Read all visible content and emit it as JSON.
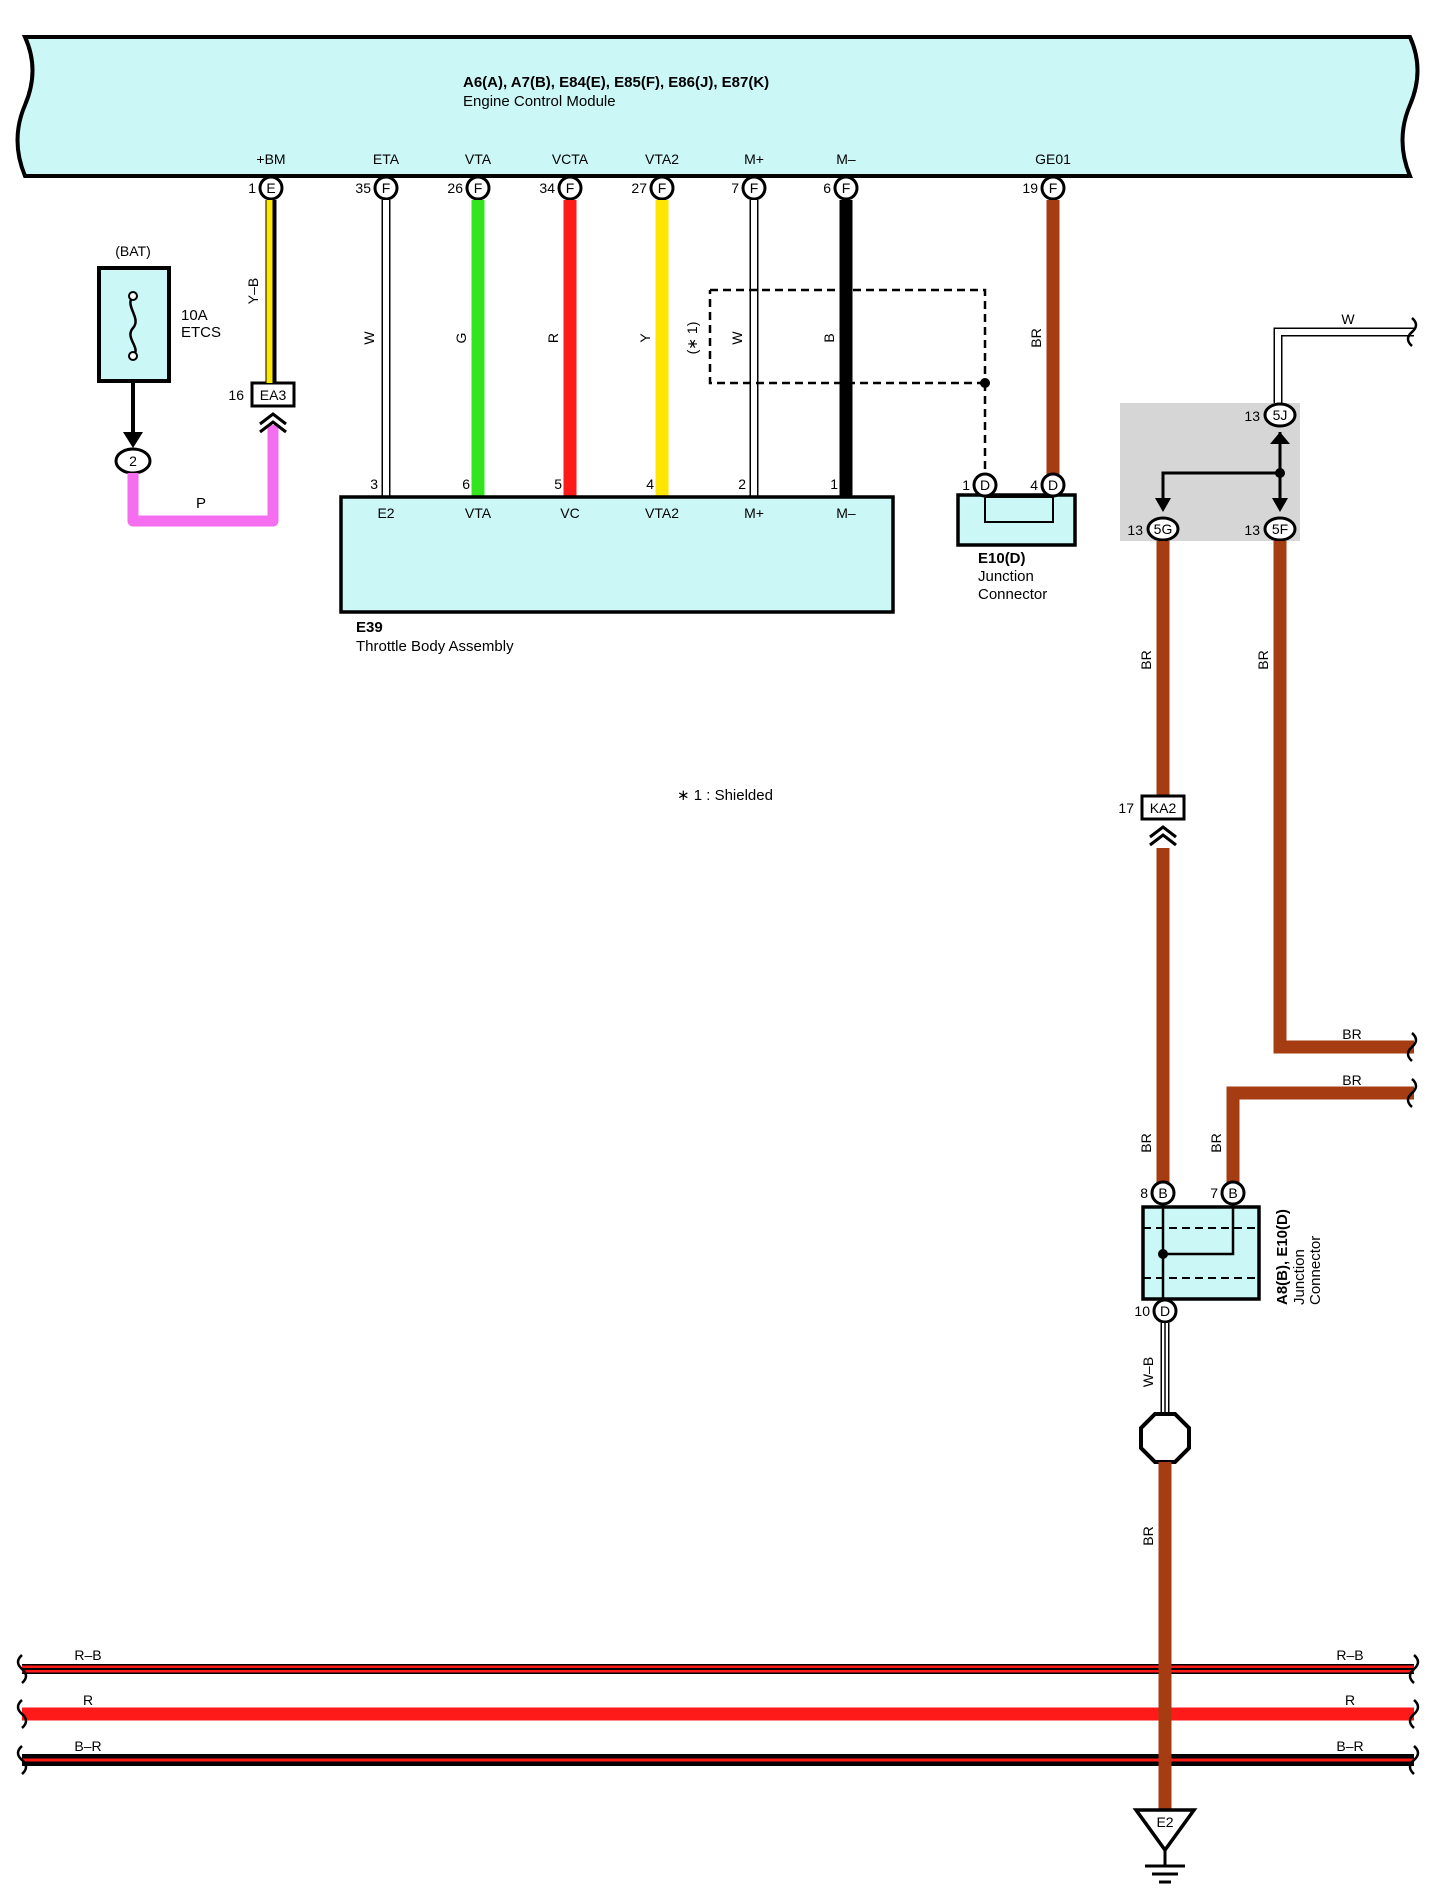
{
  "ecm": {
    "title": "A6(A), A7(B), E84(E), E85(F), E86(J), E87(K)",
    "subtitle": "Engine Control Module",
    "pins": [
      {
        "name": "+BM",
        "num": "1",
        "conn": "E"
      },
      {
        "name": "ETA",
        "num": "35",
        "conn": "F"
      },
      {
        "name": "VTA",
        "num": "26",
        "conn": "F"
      },
      {
        "name": "VCTA",
        "num": "34",
        "conn": "F"
      },
      {
        "name": "VTA2",
        "num": "27",
        "conn": "F"
      },
      {
        "name": "M+",
        "num": "7",
        "conn": "F"
      },
      {
        "name": "M–",
        "num": "6",
        "conn": "F"
      },
      {
        "name": "GE01",
        "num": "19",
        "conn": "F"
      }
    ]
  },
  "fuse": {
    "source": "(BAT)",
    "rating": "10A",
    "name": "ETCS",
    "terminal": "2"
  },
  "connectors": {
    "ea3": {
      "label": "EA3",
      "num": "16"
    },
    "ka2": {
      "label": "KA2",
      "num": "17"
    }
  },
  "wires": {
    "yb": "Y–B",
    "p": "P",
    "w": "W",
    "g": "G",
    "r": "R",
    "y": "Y",
    "b": "B",
    "br": "BR",
    "wb": "W–B",
    "shield": "(∗ 1)",
    "top_right_w": "W"
  },
  "throttle": {
    "code": "E39",
    "name": "Throttle Body Assembly",
    "pins": [
      {
        "name": "E2",
        "num": "3"
      },
      {
        "name": "VTA",
        "num": "6"
      },
      {
        "name": "VC",
        "num": "5"
      },
      {
        "name": "VTA2",
        "num": "4"
      },
      {
        "name": "M+",
        "num": "2"
      },
      {
        "name": "M–",
        "num": "1"
      }
    ]
  },
  "junction_e10": {
    "code": "E10(D)",
    "line1": "Junction",
    "line2": "Connector",
    "pin1": {
      "num": "1",
      "conn": "D"
    },
    "pin2": {
      "num": "4",
      "conn": "D"
    }
  },
  "junction_block": {
    "pin_5j": {
      "num": "13",
      "conn": "5J"
    },
    "pin_5g": {
      "num": "13",
      "conn": "5G"
    },
    "pin_5f": {
      "num": "13",
      "conn": "5F"
    }
  },
  "junction_a8": {
    "code": "A8(B), E10(D)",
    "line1": "Junction",
    "line2": "Connector",
    "pin8": {
      "num": "8",
      "conn": "B"
    },
    "pin7": {
      "num": "7",
      "conn": "B"
    },
    "pin10": {
      "num": "10",
      "conn": "D"
    }
  },
  "note": "∗ 1 : Shielded",
  "ground": "E2",
  "bus": [
    {
      "label": "R–B"
    },
    {
      "label": "R"
    },
    {
      "label": "B–R"
    }
  ],
  "colors": {
    "ecm_fill": "#ccf7f7",
    "yellow": "#ffe600",
    "pink": "#f56ef0",
    "green": "#33e51f",
    "red": "#ff1a1a",
    "brown": "#a53c12",
    "black": "#000000",
    "gray_block": "#d6d6d6"
  }
}
